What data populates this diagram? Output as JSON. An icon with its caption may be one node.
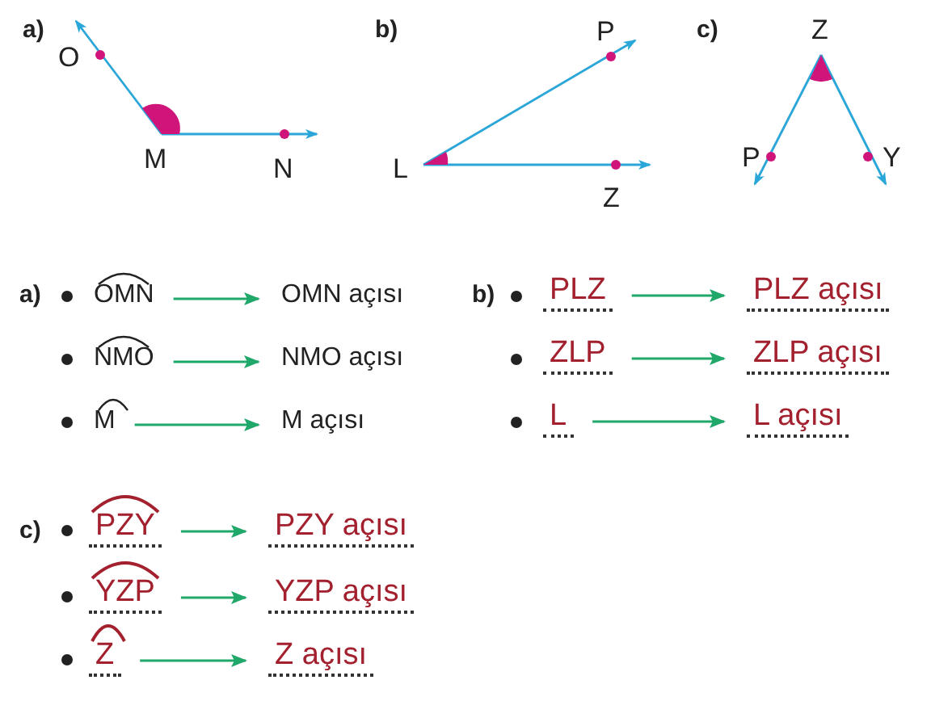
{
  "diagram": {
    "nodes": [
      {
        "text": [
          "OMN"
        ]
      },
      {
        "text": [
          "OMN açısı"
        ]
      },
      {
        "text": [
          "NMO"
        ]
      },
      {
        "text": [
          "NMO açısı"
        ]
      },
      {
        "text": [
          "M"
        ]
      },
      {
        "text": [
          "M açısı"
        ]
      },
      {
        "text": [
          "PLZ"
        ]
      },
      {
        "text": [
          "PLZ açısı"
        ]
      },
      {
        "text": [
          "ZLP"
        ]
      },
      {
        "text": [
          "ZLP açısı"
        ]
      },
      {
        "text": [
          "L"
        ]
      },
      {
        "text": [
          "L açısı"
        ]
      },
      {
        "text": [
          "PZY"
        ]
      },
      {
        "text": [
          "PZY açısı"
        ]
      },
      {
        "text": [
          "YZP"
        ]
      },
      {
        "text": [
          "YZP açısı"
        ]
      },
      {
        "text": [
          "Z"
        ]
      },
      {
        "text": [
          "Z açısı"
        ]
      }
    ],
    "edges": [
      {
        "from": 0,
        "to": 1,
        "arrow": "to"
      },
      {
        "from": 2,
        "to": 3,
        "arrow": "to"
      },
      {
        "from": 4,
        "to": 5,
        "arrow": "to"
      },
      {
        "from": 6,
        "to": 7,
        "arrow": "to"
      },
      {
        "from": 8,
        "to": 9,
        "arrow": "to"
      },
      {
        "from": 10,
        "to": 11,
        "arrow": "to"
      },
      {
        "from": 12,
        "to": 13,
        "arrow": "to"
      },
      {
        "from": 14,
        "to": 15,
        "arrow": "to"
      },
      {
        "from": 16,
        "to": 17,
        "arrow": "to"
      }
    ],
    "labels": [
      "a)",
      "O",
      "M",
      "N",
      "b)",
      "P",
      "L",
      "Z",
      "c)",
      "Z",
      "P",
      "Y",
      "a)",
      "b)",
      "c)"
    ]
  }
}
